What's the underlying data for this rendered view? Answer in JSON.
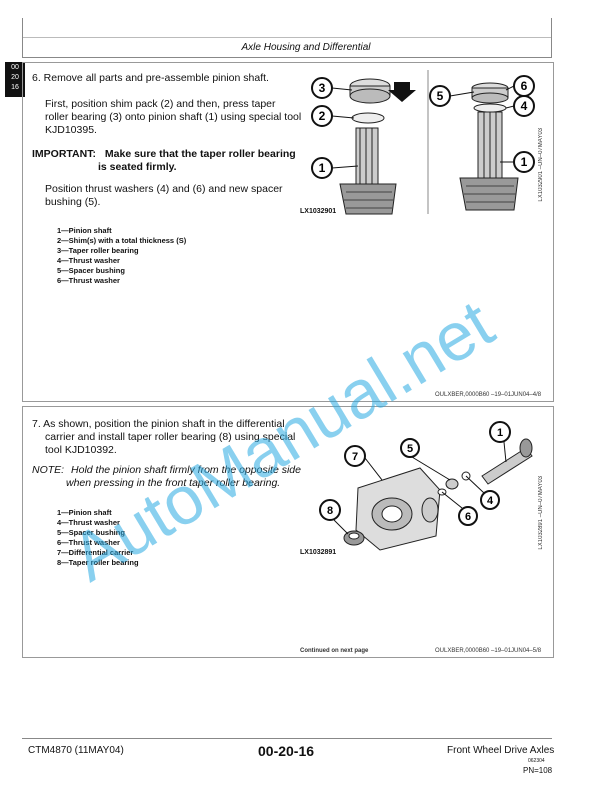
{
  "header": {
    "section_title": "Axle Housing and Differential"
  },
  "side_tab": [
    "00",
    "20",
    "16"
  ],
  "block1": {
    "step": "6. Remove all parts and pre-assemble pinion shaft.",
    "para1": [
      "First, position shim pack (2) and then, press taper",
      "roller bearing (3) onto pinion shaft (1) using special tool",
      "KJD10395."
    ],
    "important_label": "IMPORTANT:",
    "important_text": [
      "Make sure that the taper roller bearing",
      "is seated firmly."
    ],
    "para2": [
      "Position thrust washers (4) and (6) and new spacer",
      "bushing (5)."
    ],
    "legend": [
      "1—Pinion shaft",
      "2—Shim(s) with a total thickness (S)",
      "3—Taper roller bearing",
      "4—Thrust washer",
      "5—Spacer bushing",
      "6—Thrust washer"
    ],
    "figure_id": "LX1032901",
    "figure_vertical": "LX1032901  –UN–07MAY03",
    "callouts": [
      "3",
      "2",
      "1",
      "5",
      "6",
      "4",
      "1"
    ],
    "ref": "OULXBER,0000B60   –19–01JUN04–4/8"
  },
  "block2": {
    "step": [
      "7. As shown, position the pinion shaft in the differential",
      "carrier and install taper roller bearing (8) using special",
      "tool KJD10392."
    ],
    "note_label": "NOTE:",
    "note_text": [
      "Hold the pinion shaft firmly from the opposite side",
      "when pressing in the front taper roller bearing."
    ],
    "legend": [
      "1—Pinion shaft",
      "4—Thrust washer",
      "5—Spacer bushing",
      "6—Thrust washer",
      "7—Differential carrier",
      "8—Taper roller bearing"
    ],
    "figure_id": "LX1032891",
    "figure_vertical": "LX1032891  –UN–07MAY03",
    "callouts": [
      "5",
      "7",
      "1",
      "4",
      "6",
      "8"
    ],
    "continued": "Continued on next page",
    "ref": "OULXBER,0000B60   –19–01JUN04–5/8"
  },
  "footer": {
    "left": "CTM4870 (11MAY04)",
    "center": "00-20-16",
    "right": "Front Wheel Drive Axles",
    "small": "062304",
    "page": "PN=108"
  },
  "watermark": "AutoManual.net"
}
